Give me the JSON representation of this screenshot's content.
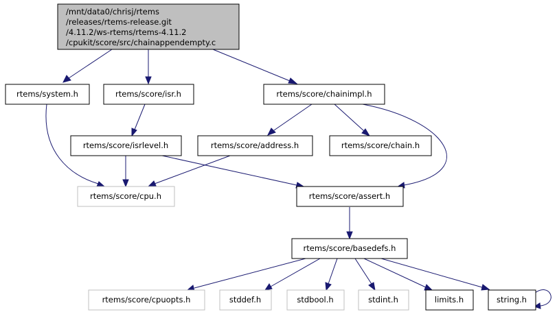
{
  "root": {
    "lines": [
      "/mnt/data0/chrisj/rtems",
      "/releases/rtems-release.git",
      "/4.11.2/ws-rtems/rtems-4.11.2",
      "/cpukit/score/src/chainappendempty.c"
    ]
  },
  "nodes": {
    "system_h": "rtems/system.h",
    "isr_h": "rtems/score/isr.h",
    "chainimpl_h": "rtems/score/chainimpl.h",
    "isrlevel_h": "rtems/score/isrlevel.h",
    "address_h": "rtems/score/address.h",
    "chain_h": "rtems/score/chain.h",
    "cpu_h": "rtems/score/cpu.h",
    "assert_h": "rtems/score/assert.h",
    "basedefs_h": "rtems/score/basedefs.h",
    "cpuopts_h": "rtems/score/cpuopts.h",
    "stddef_h": "stddef.h",
    "stdbool_h": "stdbool.h",
    "stdint_h": "stdint.h",
    "limits_h": "limits.h",
    "string_h": "string.h"
  },
  "colors": {
    "edge": "#191970",
    "root_fill": "#bfbfbf",
    "gray_border": "#bfbfbf"
  }
}
